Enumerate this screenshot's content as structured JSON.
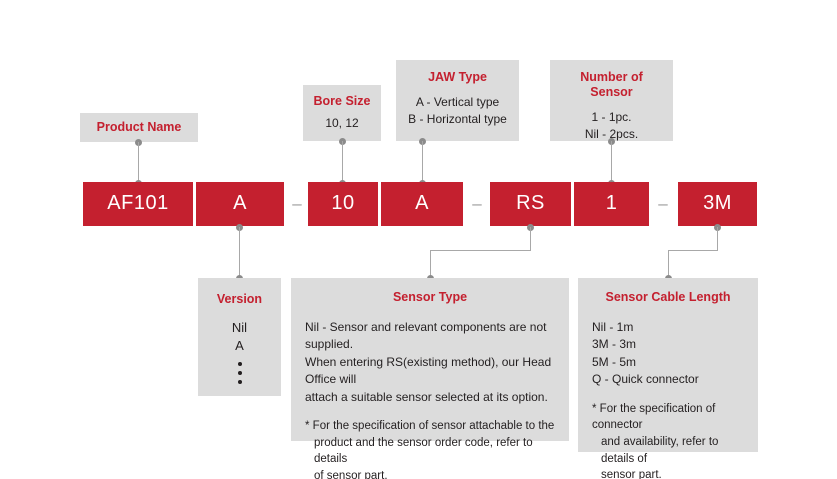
{
  "diagram": {
    "title": "Product ordering code breakdown",
    "accent_color": "#c4202f",
    "panel_color": "#dcdcdc",
    "line_color": "#a8a8a8"
  },
  "code_sequence": [
    {
      "id": "product-name",
      "value": "AF101"
    },
    {
      "id": "version",
      "value": "A"
    },
    {
      "id": "sep-1",
      "value": "–",
      "separator": true
    },
    {
      "id": "bore-size",
      "value": "10"
    },
    {
      "id": "jaw-type",
      "value": "A"
    },
    {
      "id": "sep-2",
      "value": "–",
      "separator": true
    },
    {
      "id": "sensor-type",
      "value": "RS"
    },
    {
      "id": "number-of-sensor",
      "value": "1"
    },
    {
      "id": "sep-3",
      "value": "–",
      "separator": true
    },
    {
      "id": "sensor-cable-length",
      "value": "3M"
    }
  ],
  "panels": {
    "product_name": {
      "title": "Product Name"
    },
    "bore_size": {
      "title": "Bore Size",
      "values": "10, 12"
    },
    "jaw_type": {
      "title": "JAW Type",
      "options": [
        "A - Vertical type",
        "B - Horizontal type"
      ]
    },
    "number_of_sensor": {
      "title": "Number of Sensor",
      "options": [
        "1 - 1pc.",
        "Nil - 2pcs."
      ]
    },
    "version": {
      "title": "Version",
      "options": [
        "Nil",
        "A"
      ],
      "ellipsis": "⋮"
    },
    "sensor_type": {
      "title": "Sensor Type",
      "description": [
        "Nil - Sensor and relevant components are not supplied.",
        "When entering RS(existing method), our Head Office will",
        "attach a suitable sensor selected at its option."
      ],
      "note": [
        "* For the specification of sensor attachable to the",
        "product and the sensor order code, refer to details",
        "of sensor part."
      ]
    },
    "sensor_cable_length": {
      "title": "Sensor Cable Length",
      "options": [
        "Nil - 1m",
        "3M - 3m",
        "5M - 5m",
        "Q - Quick connector"
      ],
      "note": [
        "* For the specification of connector",
        "and availability, refer to details of",
        "sensor part."
      ]
    }
  }
}
